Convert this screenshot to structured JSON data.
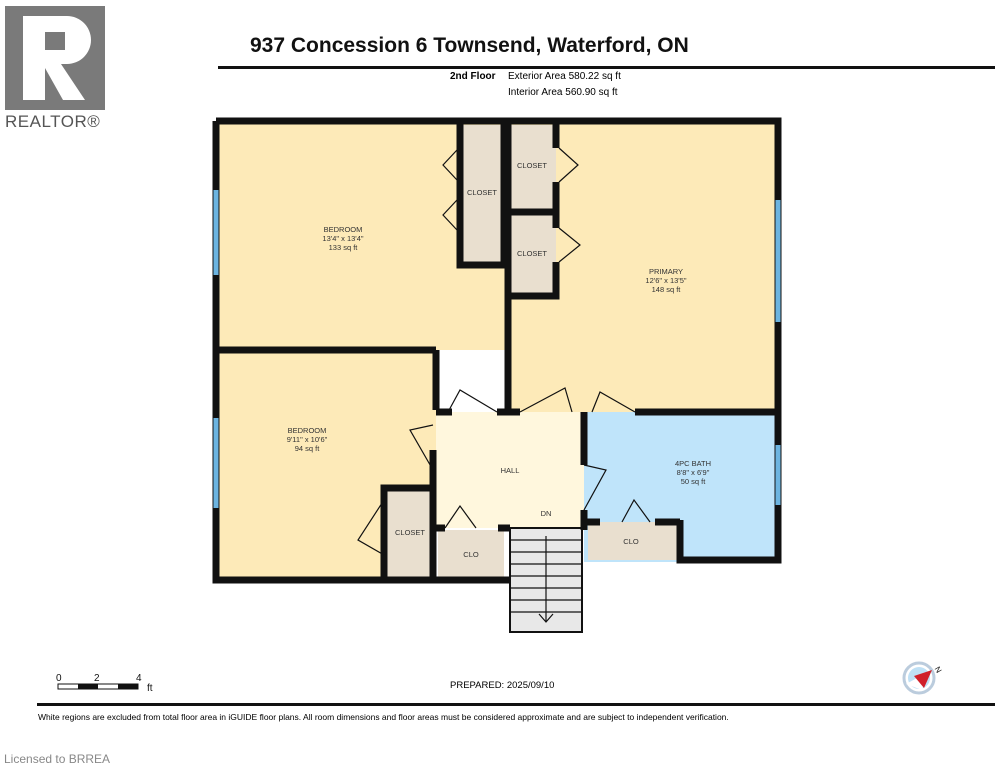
{
  "header": {
    "title": "937 Concession 6 Townsend, Waterford, ON",
    "floor": "2nd Floor",
    "exterior_area": "Exterior Area 580.22 sq ft",
    "interior_area": "Interior Area 560.90 sq ft"
  },
  "logo": {
    "text": "REALTOR®"
  },
  "rooms": {
    "bedroom1": {
      "name": "BEDROOM",
      "dims": "13'4\" x 13'4\"",
      "area": "133 sq ft"
    },
    "primary": {
      "name": "PRIMARY",
      "dims": "12'6\" x 13'5\"",
      "area": "148 sq ft"
    },
    "bedroom2": {
      "name": "BEDROOM",
      "dims": "9'11\" x 10'6\"",
      "area": "94 sq ft"
    },
    "hall": {
      "name": "HALL",
      "stairs": "DN"
    },
    "bath": {
      "name": "4PC BATH",
      "dims": "8'8\" x 6'9\"",
      "area": "50 sq ft"
    },
    "closet1": "CLOSET",
    "closet2": "CLOSET",
    "closet3": "CLOSET",
    "closet4": "CLOSET",
    "clo1": "CLO",
    "clo2": "CLO"
  },
  "scale": {
    "t0": "0",
    "t2": "2",
    "t4": "4",
    "unit": "ft"
  },
  "compass": {
    "label": "N"
  },
  "footer": {
    "prepared": "PREPARED: 2025/09/10",
    "disclaimer": "White regions are excluded from total floor area in iGUIDE floor plans. All room dimensions and floor areas must be considered approximate and are subject to independent verification.",
    "licensed": "Licensed to BRREA"
  },
  "colors": {
    "bedroom": "#fdeab8",
    "hall": "#fff7dd",
    "bath": "#bfe4fa",
    "closet": "#e9dfcf",
    "wall": "#111111",
    "window": "#6cb4e0"
  }
}
